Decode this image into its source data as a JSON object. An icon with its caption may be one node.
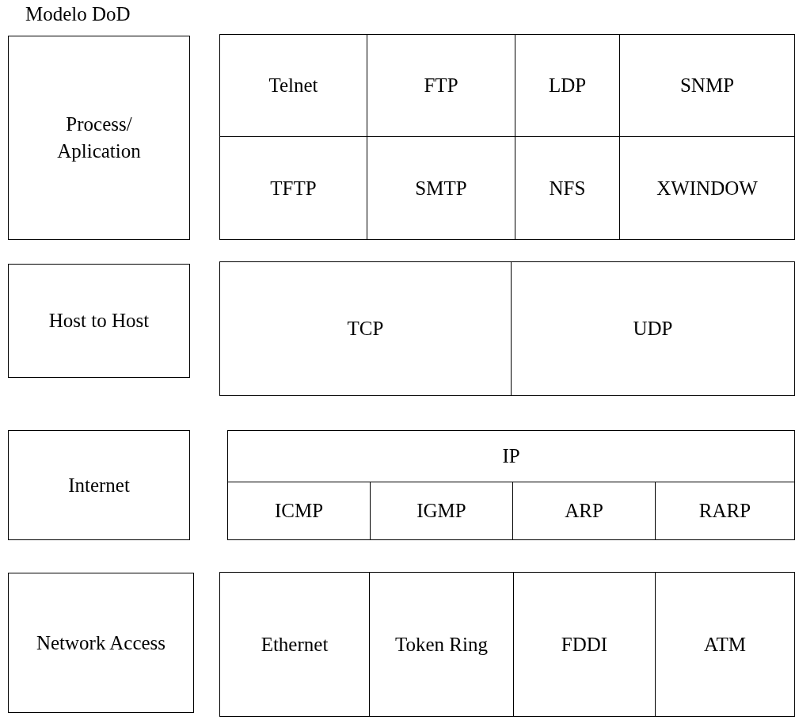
{
  "diagram": {
    "title": "Modelo DoD",
    "nodes": [
      {
        "text": [
          "Process/ Aplication"
        ]
      },
      {
        "text": [
          "Telnet"
        ]
      },
      {
        "text": [
          "FTP"
        ]
      },
      {
        "text": [
          "LDP"
        ]
      },
      {
        "text": [
          "SNMP"
        ]
      },
      {
        "text": [
          "TFTP"
        ]
      },
      {
        "text": [
          "SMTP"
        ]
      },
      {
        "text": [
          "NFS"
        ]
      },
      {
        "text": [
          "XWINDOW"
        ]
      },
      {
        "text": [
          "Host to Host"
        ]
      },
      {
        "text": [
          "TCP"
        ]
      },
      {
        "text": [
          "UDP"
        ]
      },
      {
        "text": [
          "Internet"
        ]
      },
      {
        "text": [
          "IP"
        ]
      },
      {
        "text": [
          "ICMP"
        ]
      },
      {
        "text": [
          "IGMP"
        ]
      },
      {
        "text": [
          "ARP"
        ]
      },
      {
        "text": [
          "RARP"
        ]
      },
      {
        "text": [
          "Network Access"
        ]
      },
      {
        "text": [
          "Ethernet"
        ]
      },
      {
        "text": [
          "Token Ring"
        ]
      },
      {
        "text": [
          "FDDI"
        ]
      },
      {
        "text": [
          "ATM"
        ]
      }
    ]
  }
}
